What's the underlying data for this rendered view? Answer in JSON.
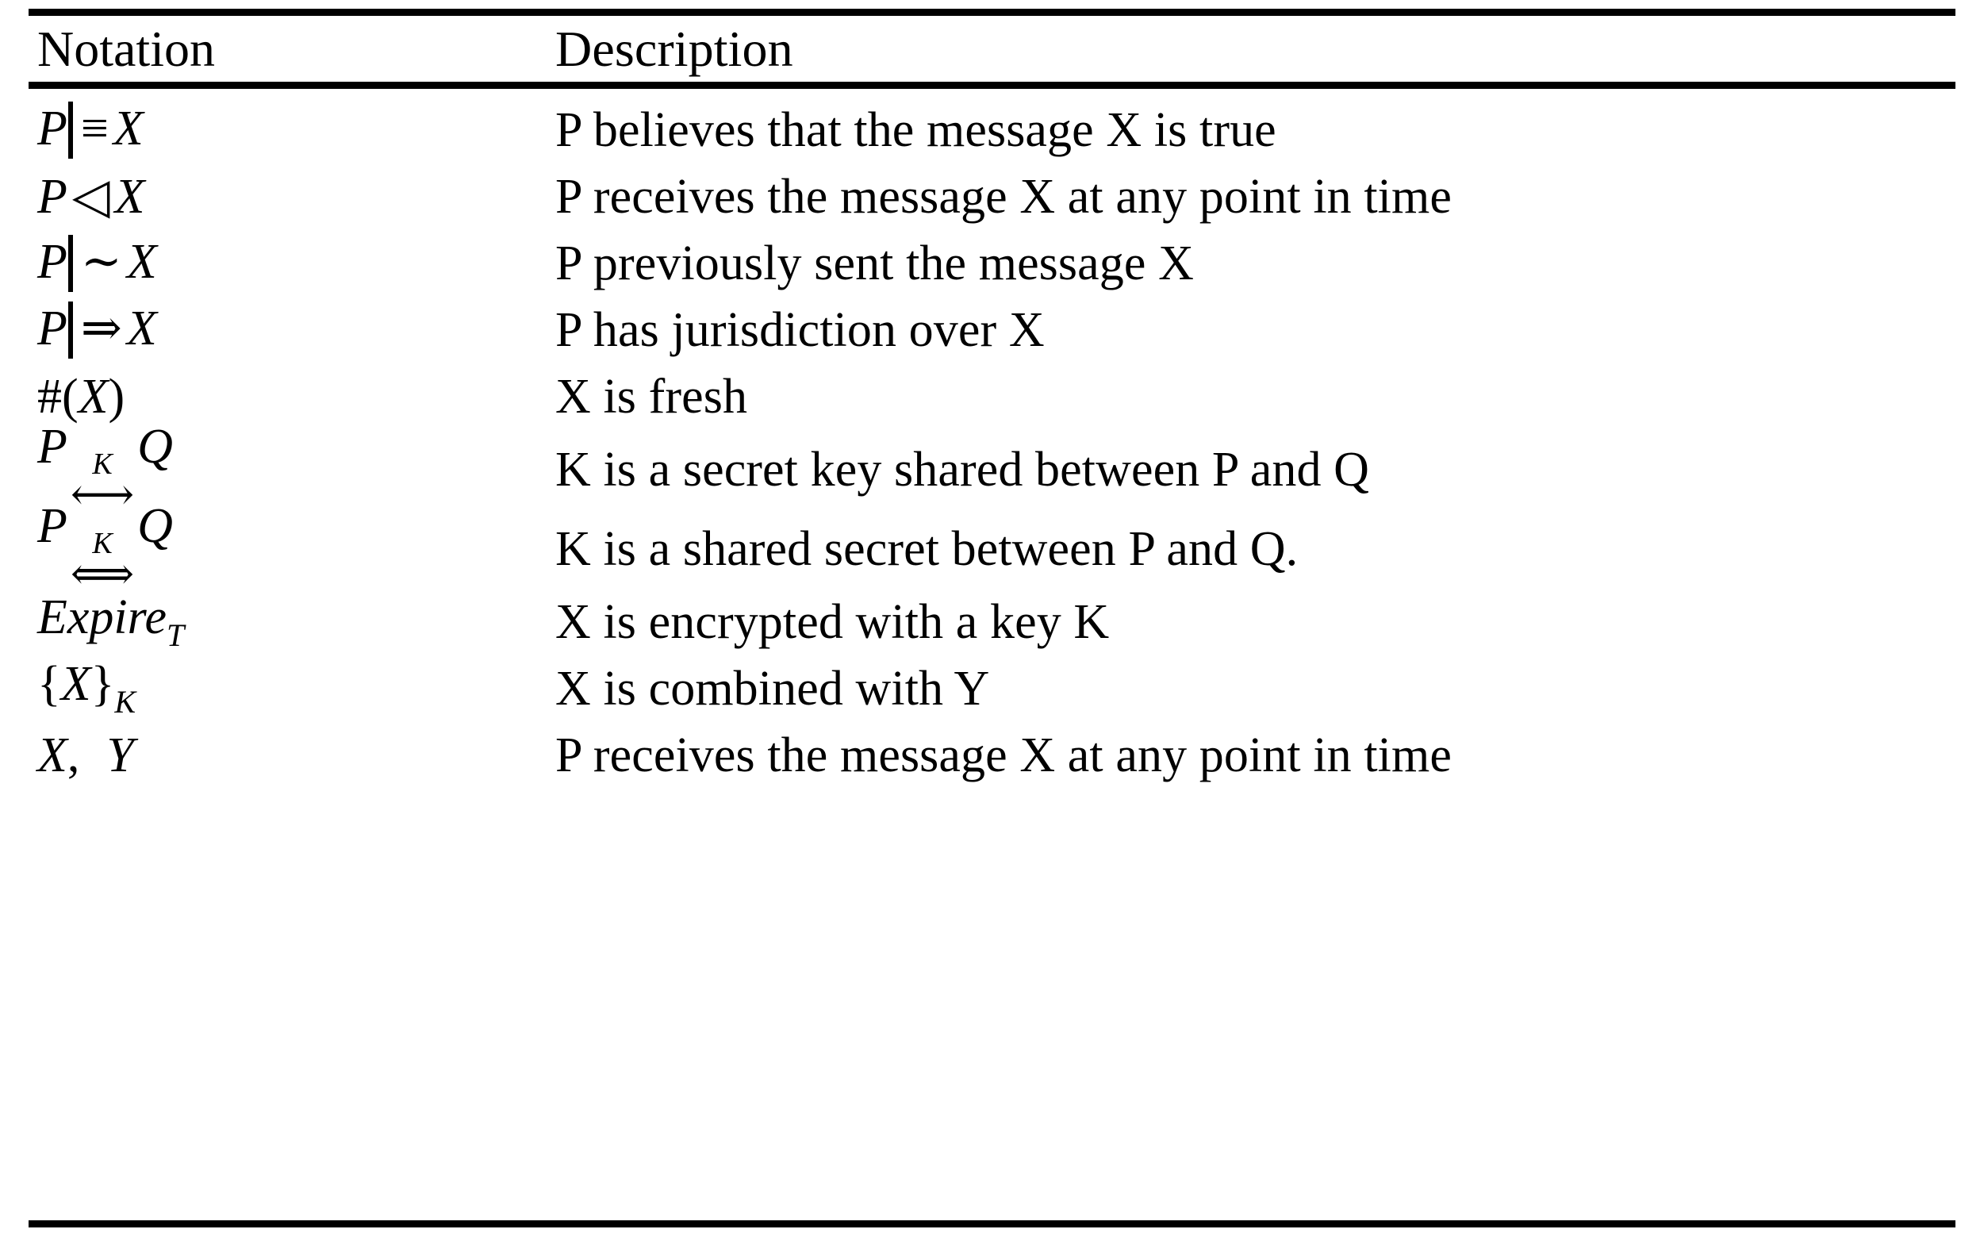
{
  "table": {
    "caption": "",
    "columns": [
      {
        "key": "notation",
        "header": "Notation"
      },
      {
        "key": "description",
        "header": "Description"
      }
    ],
    "rules": {
      "top": "toprule",
      "mid": "midrule",
      "bottom": "bottomrule"
    },
    "rows": [
      {
        "notation_plain": "P| ≡ X",
        "notation_parts": {
          "principal": "P",
          "bar": "|",
          "operator": "≡",
          "operand": "X"
        },
        "description": "P believes that the message X is true"
      },
      {
        "notation_plain": "P ◁ X",
        "notation_parts": {
          "principal": "P",
          "bar": "",
          "operator": "◁",
          "operand": "X"
        },
        "description": "P receives the message X at any point in time"
      },
      {
        "notation_plain": "P| ∼ X",
        "notation_parts": {
          "principal": "P",
          "bar": "|",
          "operator": "∼",
          "operand": "X"
        },
        "description": "P previously sent the message X"
      },
      {
        "notation_plain": "P| ⇒ X",
        "notation_parts": {
          "principal": "P",
          "bar": "|",
          "operator": "⇒",
          "operand": "X"
        },
        "description": "P has jurisdiction over X"
      },
      {
        "notation_plain": "#(X)",
        "notation_parts": {
          "principal": "#(",
          "bar": "",
          "operator": "X",
          "operand": ")"
        },
        "description": "X is fresh"
      },
      {
        "notation_plain": "P ↔K Q",
        "notation_parts": {
          "principal": "P",
          "key": "K",
          "arrow": "⟷",
          "operand": "Q"
        },
        "description": "K is a secret key shared between P and Q"
      },
      {
        "notation_plain": "P ⇔K Q",
        "notation_parts": {
          "principal": "P",
          "key": "K",
          "arrow": "⟺",
          "operand": "Q"
        },
        "description": "K is a shared secret between P and Q."
      },
      {
        "notation_plain": "Expire_T",
        "notation_parts": {
          "base": "Expire",
          "subscript": "T"
        },
        "description": "X is encrypted with a key K"
      },
      {
        "notation_plain": "{X}_K",
        "notation_parts": {
          "open": "{",
          "base": "X",
          "close": "}",
          "subscript": "K"
        },
        "description": "X is combined with Y"
      },
      {
        "notation_plain": "X,  Y",
        "notation_parts": {
          "first": "X",
          "separator": ",",
          "second": "Y"
        },
        "description": "P receives the message X at any point in time"
      }
    ]
  },
  "colors": {
    "text": "#000000",
    "background": "#ffffff",
    "rule": "#000000"
  }
}
